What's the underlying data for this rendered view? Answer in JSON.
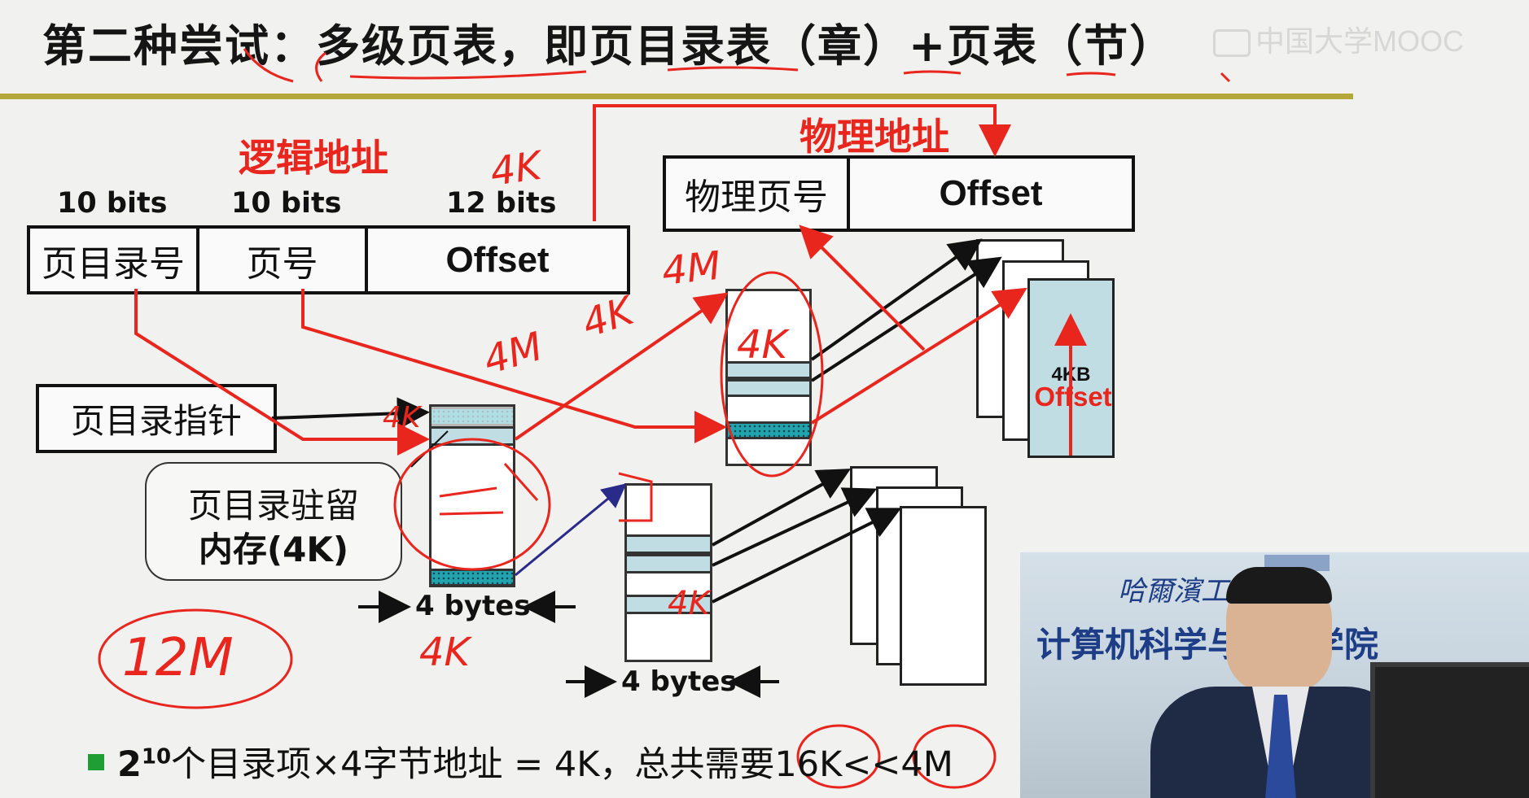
{
  "slide": {
    "title": "第二种尝试：多级页表，即页目录表（章）+页表（节）",
    "watermark": "中国大学MOOC",
    "logical_address": {
      "label": "逻辑地址",
      "bits": [
        "10 bits",
        "10 bits",
        "12 bits"
      ],
      "fields": [
        "页目录号",
        "页号",
        "Offset"
      ]
    },
    "physical_address": {
      "label": "物理地址",
      "fields": [
        "物理页号",
        "Offset"
      ]
    },
    "dir_pointer": "页目录指针",
    "callout": {
      "line1": "页目录驻留",
      "line2": "内存(4K)"
    },
    "bytes_labels": [
      "4 bytes",
      "4 bytes"
    ],
    "page_frame": {
      "size": "4KB",
      "offset": "Offset"
    },
    "footer": {
      "prefix": "2",
      "exponent": "10",
      "text": "个目录项×4字节地址 = 4K，总共需要16K<<4M"
    },
    "annotations": [
      "4K",
      "4M",
      "4K",
      "4K",
      "4K",
      "4M",
      "12M",
      "4K",
      "4K"
    ]
  },
  "webcam": {
    "banner_line1": "哈爾濱工業大",
    "banner_line2": "计算机科学与技术学院"
  },
  "colors": {
    "background": "#f1f1ef",
    "rule": "#b5a83a",
    "accent_red": "#e8261e",
    "table_light": "#bfdde3",
    "table_dark": "#22a3ae",
    "bullet": "#1f9e35"
  }
}
